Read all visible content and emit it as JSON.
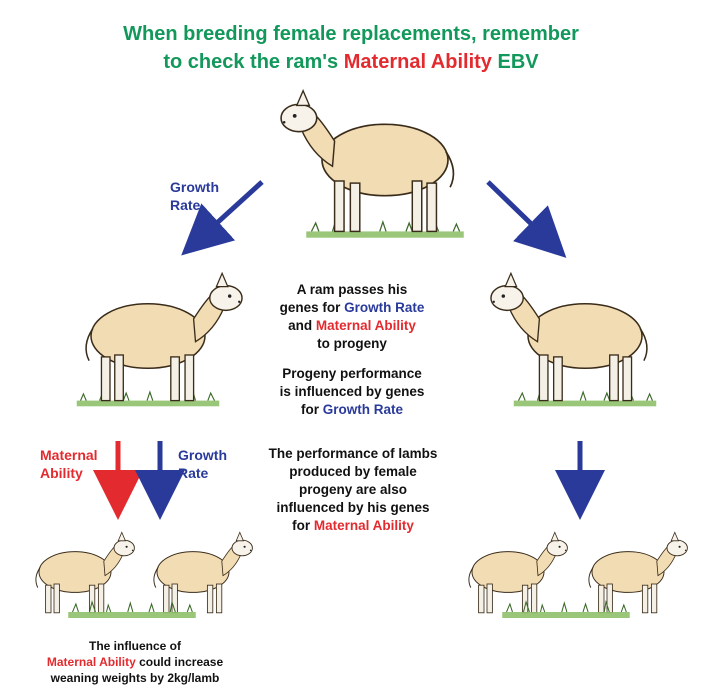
{
  "title": {
    "line1": "When breeding female replacements, remember",
    "line2_pre": "to check the ram's ",
    "line2_highlight": "Maternal Ability",
    "line2_post": " EBV"
  },
  "labels": {
    "growth_rate_top": [
      "Growth",
      "Rate"
    ],
    "maternal_ability_left": [
      "Maternal",
      "Ability"
    ],
    "growth_rate_left": [
      "Growth",
      "Rate"
    ]
  },
  "center": {
    "p1": {
      "a": "A ram passes his",
      "b": "genes for ",
      "c": "Growth Rate",
      "d": "and ",
      "e": "Maternal Ability",
      "f": "to progeny"
    },
    "p2": {
      "a": "Progeny performance",
      "b": "is influenced by genes",
      "c": "for ",
      "d": "Growth Rate"
    },
    "p3": {
      "a": "The performance of lambs",
      "b": "produced by female",
      "c": "progeny are also",
      "d": "influenced by his genes",
      "e": "for ",
      "f": "Maternal Ability"
    }
  },
  "bottom_note": {
    "a": "The influence of",
    "b": "Maternal Ability",
    "c": " could increase",
    "d": "weaning weights by 2kg/lamb"
  },
  "colors": {
    "green": "#13985b",
    "red": "#e32b2f",
    "blue": "#2a3a9a",
    "fleece": "#f2dcb4",
    "grass": "#8fc06a"
  },
  "icons": [
    "ram-sheep-icon",
    "ewe-sheep-icon",
    "lamb-sheep-icon",
    "arrow-icon"
  ]
}
